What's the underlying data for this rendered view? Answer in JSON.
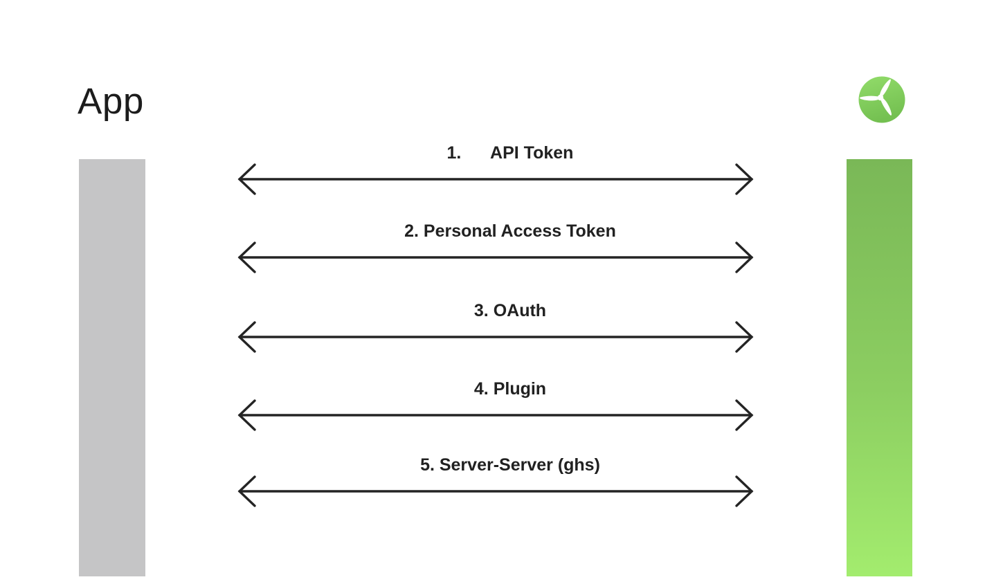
{
  "app": {
    "title": "App"
  },
  "logo": {
    "icon": "propeller-icon",
    "circle_color_top": "#92dc6a",
    "circle_color_bottom": "#74c051",
    "glyph_color": "#ffffff"
  },
  "bars": {
    "app_bar_color": "#c5c5c6",
    "service_bar_gradient_top": "#7ab857",
    "service_bar_gradient_bottom": "#a3ec6e"
  },
  "arrow": {
    "style": "double-headed",
    "color": "#242424"
  },
  "connections": [
    {
      "label": "1.      API Token"
    },
    {
      "label": "2. Personal Access Token"
    },
    {
      "label": "3. OAuth"
    },
    {
      "label": "4. Plugin"
    },
    {
      "label": "5. Server-Server (ghs)"
    }
  ]
}
